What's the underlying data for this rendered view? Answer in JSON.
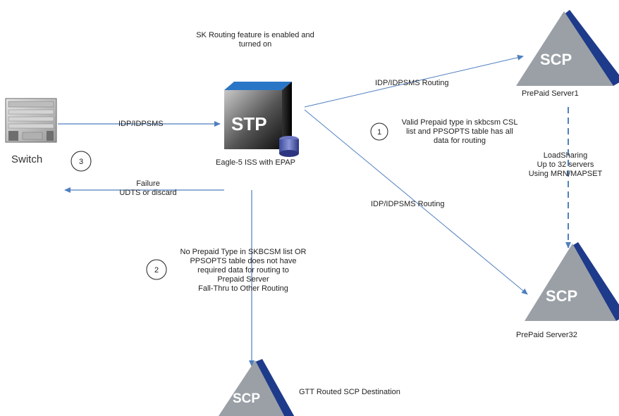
{
  "header_note": [
    "SK Routing feature is enabled and",
    "turned on"
  ],
  "nodes": {
    "switch": {
      "label": "Switch"
    },
    "stp": {
      "text": "STP",
      "label": "Eagle-5 ISS with EPAP"
    },
    "scp1": {
      "text": "SCP",
      "label": "PrePaid Server1"
    },
    "scp32": {
      "text": "SCP",
      "label": "PrePaid Server32"
    },
    "scp_gtt": {
      "text": "SCP",
      "label": "GTT Routed SCP Destination"
    }
  },
  "edges": {
    "switch_to_stp": "IDP/IDPSMS",
    "stp_to_scp1": "IDP/IDPSMS Routing",
    "stp_to_scp32": "IDP/IDPSMS Routing",
    "failure": [
      "Failure",
      "UDTS or discard"
    ],
    "loadsharing": [
      "LoadSharing",
      "Up to 32 servers",
      "Using MRN/MAPSET"
    ]
  },
  "steps": [
    {
      "num": "1",
      "text": [
        "Valid Prepaid type in skbcsm CSL",
        "list and PPSOPTS table has all",
        "data for routing"
      ]
    },
    {
      "num": "2",
      "text": [
        "No Prepaid Type in SKBCSM list OR",
        "PPSOPTS table does not have",
        "required data for routing to",
        "Prepaid Server",
        "Fall-Thru to Other Routing"
      ]
    },
    {
      "num": "3",
      "text": []
    }
  ],
  "colors": {
    "arrow": "#4f7fbf",
    "scp_gray": "#9aa0a6",
    "scp_edge": "#1e3a8a",
    "stp_top": "#2a76c6"
  }
}
